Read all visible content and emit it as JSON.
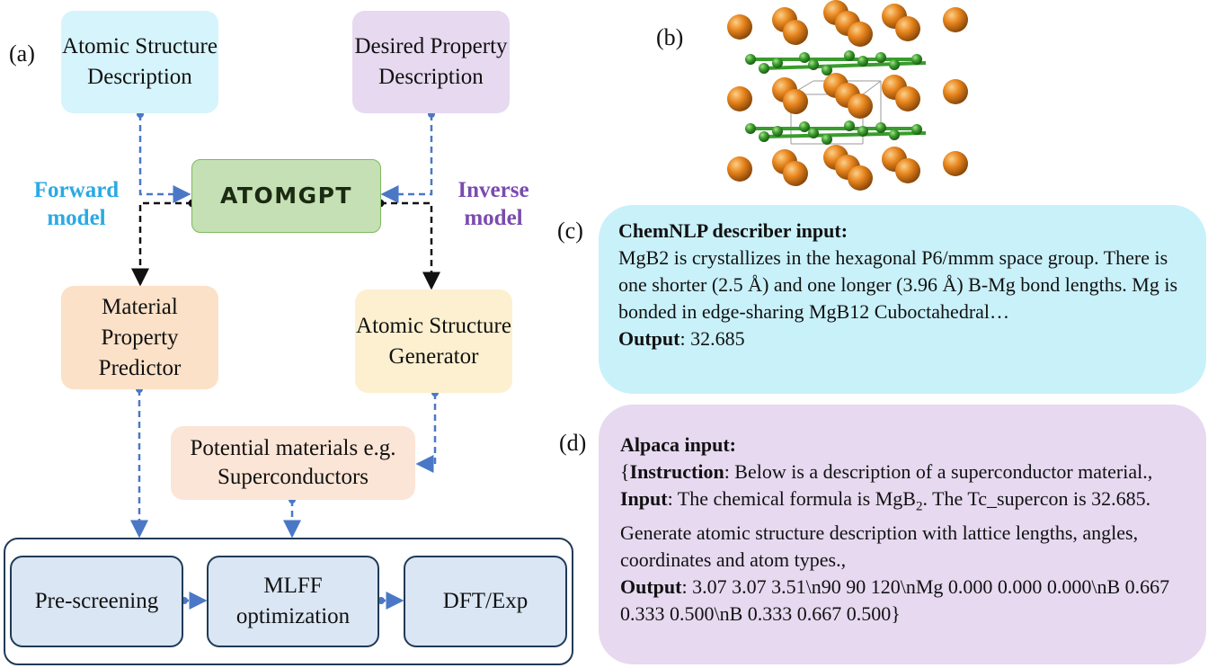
{
  "panel_labels": {
    "a": "(a)",
    "b": "(b)",
    "c": "(c)",
    "d": "(d)"
  },
  "boxes": {
    "atomic_structure_description": "Atomic Structure Description",
    "desired_property_description": "Desired Property Description",
    "atomgpt": "ATOMGPT",
    "material_property_predictor": "Material Property Predictor",
    "atomic_structure_generator": "Atomic Structure Generator",
    "potential_materials": "Potential materials e.g. Superconductors",
    "pre_screening": "Pre-screening",
    "mlff_optimization": "MLFF optimization",
    "dft_exp": "DFT/Exp"
  },
  "side_labels": {
    "forward_model": "Forward model",
    "inverse_model": "Inverse model"
  },
  "colors": {
    "forward": "#2aaae2",
    "inverse": "#7a4bb0",
    "dashed_blue": "#4a78c6",
    "dashed_black": "#111111",
    "box_cyan": "#d6f4fb",
    "box_lavender": "#e6d9f0",
    "box_green": "#c5e0b4",
    "box_orange": "#fbe1c8",
    "box_yellow": "#fdf0d0",
    "box_peach": "#fbe5d6",
    "box_blue": "#dae6f4",
    "panel_c_bg": "#c9f1fa",
    "panel_d_bg": "#e6d9f0",
    "atom_mg": "#e8861e",
    "atom_b": "#3a9c2e"
  },
  "panel_c": {
    "title": "ChemNLP describer input:",
    "body": "MgB2 is crystallizes in the hexagonal P6/mmm space group. There is one shorter (2.5 Å) and one longer (3.96 Å) B-Mg bond lengths. Mg is bonded in edge-sharing MgB12 Cuboctahedral…",
    "output_label": "Output",
    "output_value": ": 32.685"
  },
  "panel_d": {
    "title": "Alpaca input:",
    "open_brace": "{",
    "instruction_label": "Instruction",
    "instruction_text": ": Below is a description of a superconductor material.,",
    "input_label": "Input",
    "input_text_1": ": The chemical formula is MgB",
    "input_sub": "2",
    "input_text_2": ". The  Tc_supercon is 32.685. Generate atomic structure description with lattice lengths, angles, coordinates and atom types.,",
    "output_label": "Output",
    "output_text": ": 3.07 3.07 3.51\\n90 90 120\\nMg 0.000 0.000 0.000\\nB 0.667 0.333 0.500\\nB 0.333 0.667 0.500}"
  }
}
